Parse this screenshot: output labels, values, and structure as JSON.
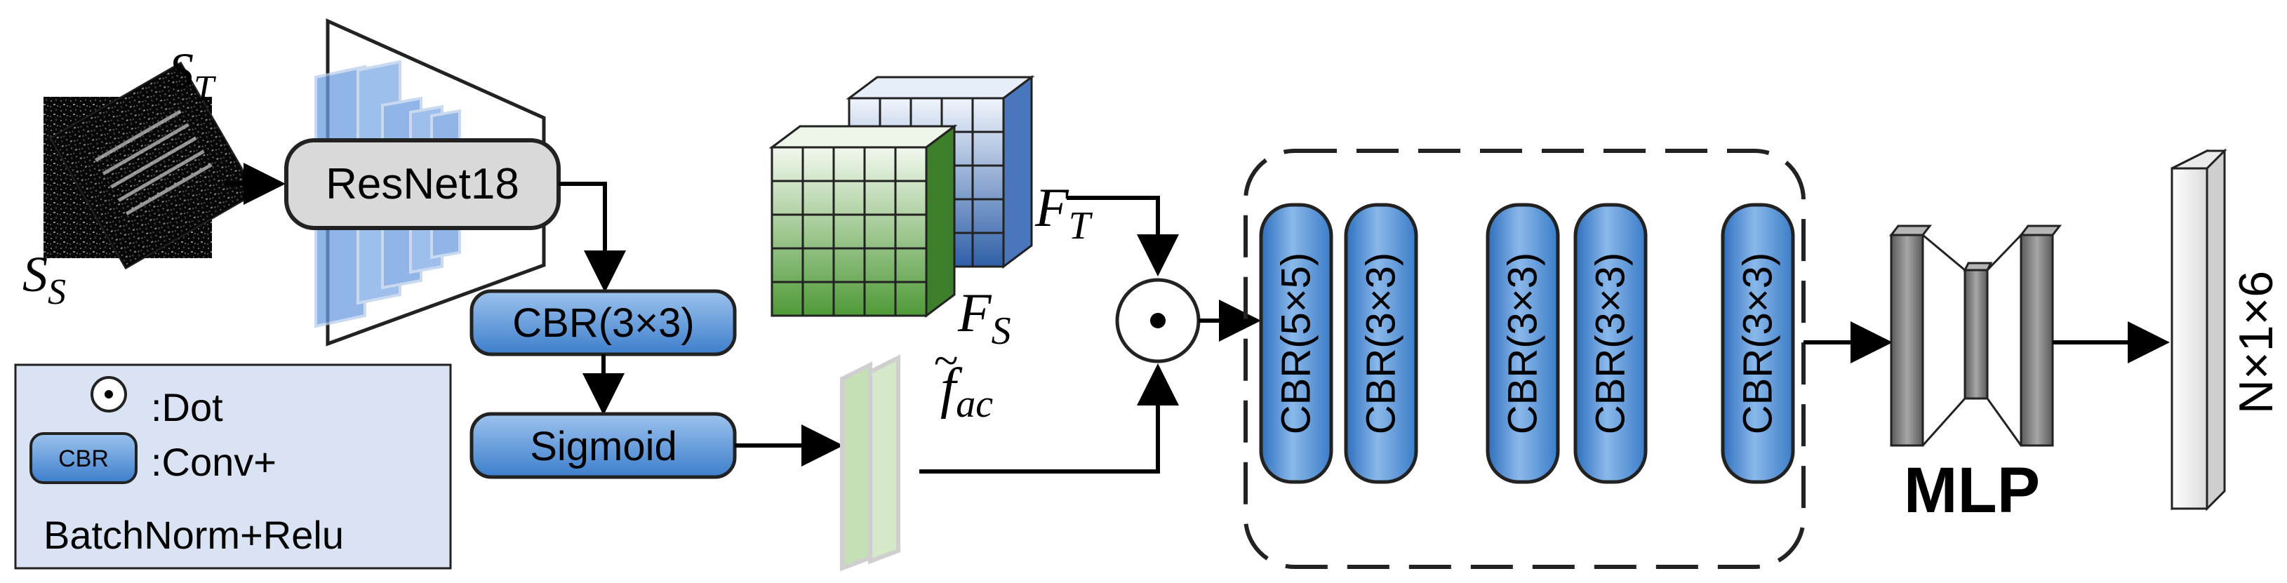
{
  "inputs": {
    "target_label": "S",
    "target_sub": "T",
    "source_label": "S",
    "source_sub": "S"
  },
  "backbone": {
    "label": "ResNet18"
  },
  "attention": {
    "cbr_label": "CBR(3×3)",
    "sigmoid_label": "Sigmoid",
    "feature_label": "f",
    "feature_sub": "ac",
    "feature_mark": "~"
  },
  "features": {
    "target_label": "F",
    "target_sub": "T",
    "source_label": "F",
    "source_sub": "S"
  },
  "dot_symbol": "•",
  "cbr_stack": [
    "CBR(5×5)",
    "CBR(3×3)",
    "CBR(3×3)",
    "CBR(3×3)",
    "CBR(3×3)"
  ],
  "mlp": {
    "label": "MLP"
  },
  "output": {
    "label": "N×1×6"
  },
  "legend": {
    "dot_text": ":Dot",
    "cbr_icon_text": "CBR",
    "cbr_text": ":Conv+",
    "cbr_text2": "BatchNorm+Relu"
  },
  "colors": {
    "block_blue": "#5b9bd5",
    "block_blue_dark": "#2e6db5",
    "legend_bg": "#dae3f3",
    "feature_green": "#c5e0b4",
    "resnet_gray": "#d9d9d9"
  }
}
